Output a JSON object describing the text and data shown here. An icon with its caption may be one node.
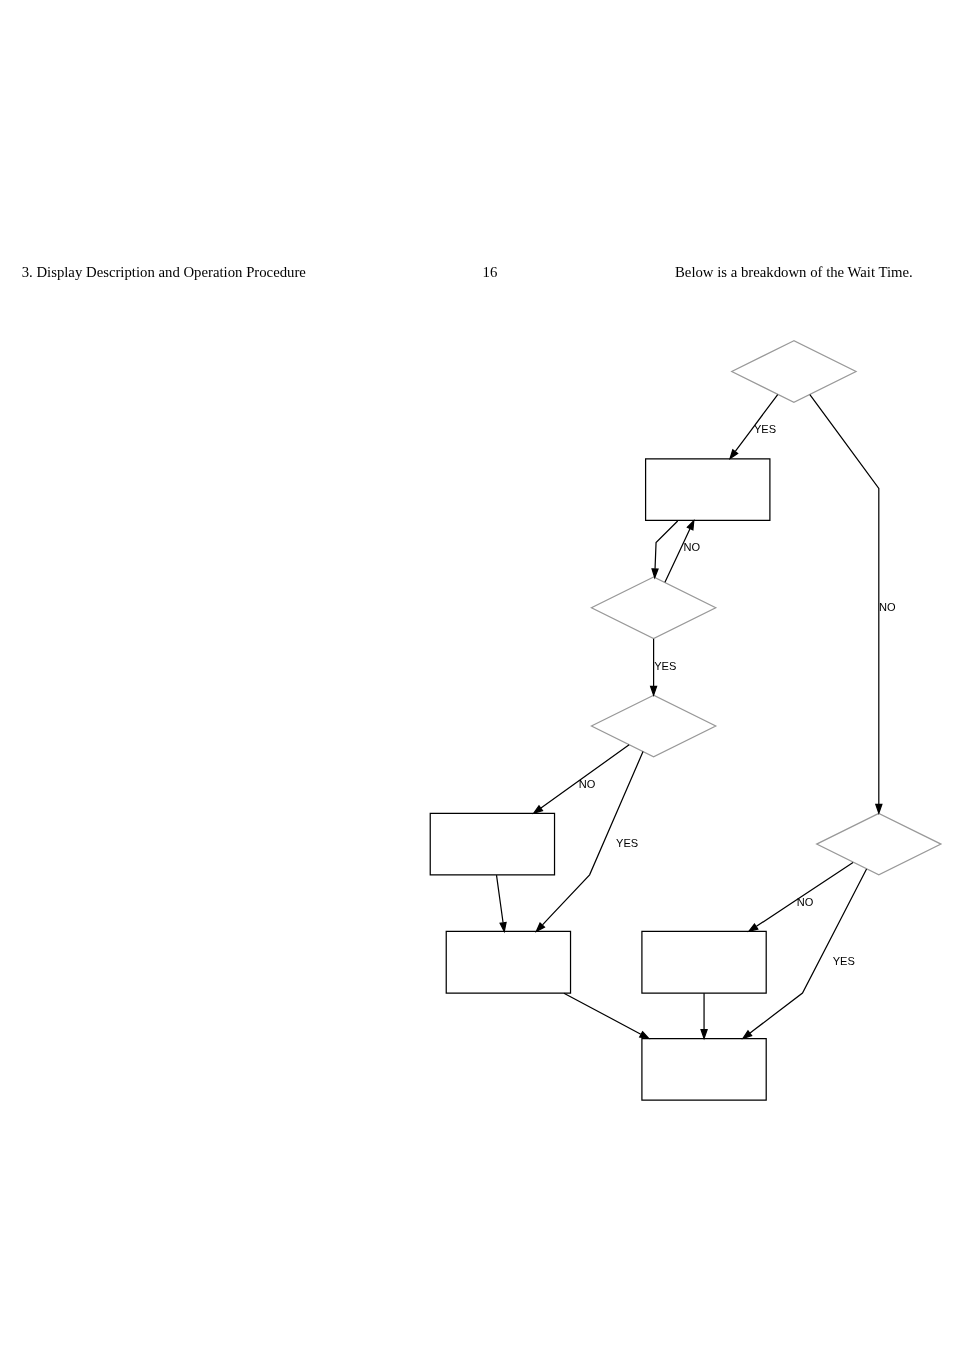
{
  "diagram": {
    "nodes": [
      {
        "text": [],
        "shape": "diamond"
      },
      {
        "text": [],
        "shape": "box"
      },
      {
        "text": [],
        "shape": "diamond"
      },
      {
        "text": [],
        "shape": "diamond"
      },
      {
        "text": [],
        "shape": "diamond"
      },
      {
        "text": [],
        "shape": "box"
      },
      {
        "text": [],
        "shape": "box"
      },
      {
        "text": [],
        "shape": "box"
      },
      {
        "text": [],
        "shape": "box"
      }
    ],
    "edges": [
      {
        "from": 0,
        "to": 1,
        "arrow": "to",
        "label": "YES"
      },
      {
        "from": 0,
        "to": 4,
        "arrow": "to",
        "label": "NO"
      },
      {
        "from": 1,
        "to": 2,
        "arrow": "to"
      },
      {
        "from": 2,
        "to": 1,
        "arrow": "to",
        "label": "NO"
      },
      {
        "from": 2,
        "to": 3,
        "arrow": "to",
        "label": "YES"
      },
      {
        "from": 3,
        "to": 5,
        "arrow": "to",
        "label": "NO"
      },
      {
        "from": 3,
        "to": 7,
        "arrow": "to",
        "label": "YES"
      },
      {
        "from": 5,
        "to": 7,
        "arrow": "to"
      },
      {
        "from": 4,
        "to": 6,
        "arrow": "to",
        "label": "NO"
      },
      {
        "from": 4,
        "to": 8,
        "arrow": "to",
        "label": "YES"
      },
      {
        "from": 6,
        "to": 8,
        "arrow": "to"
      },
      {
        "from": 7,
        "to": 8,
        "arrow": "to"
      }
    ],
    "labels": [
      "3. Display Description and Operation Procedure",
      "16",
      "Below is a breakdown of the Wait Time."
    ]
  }
}
